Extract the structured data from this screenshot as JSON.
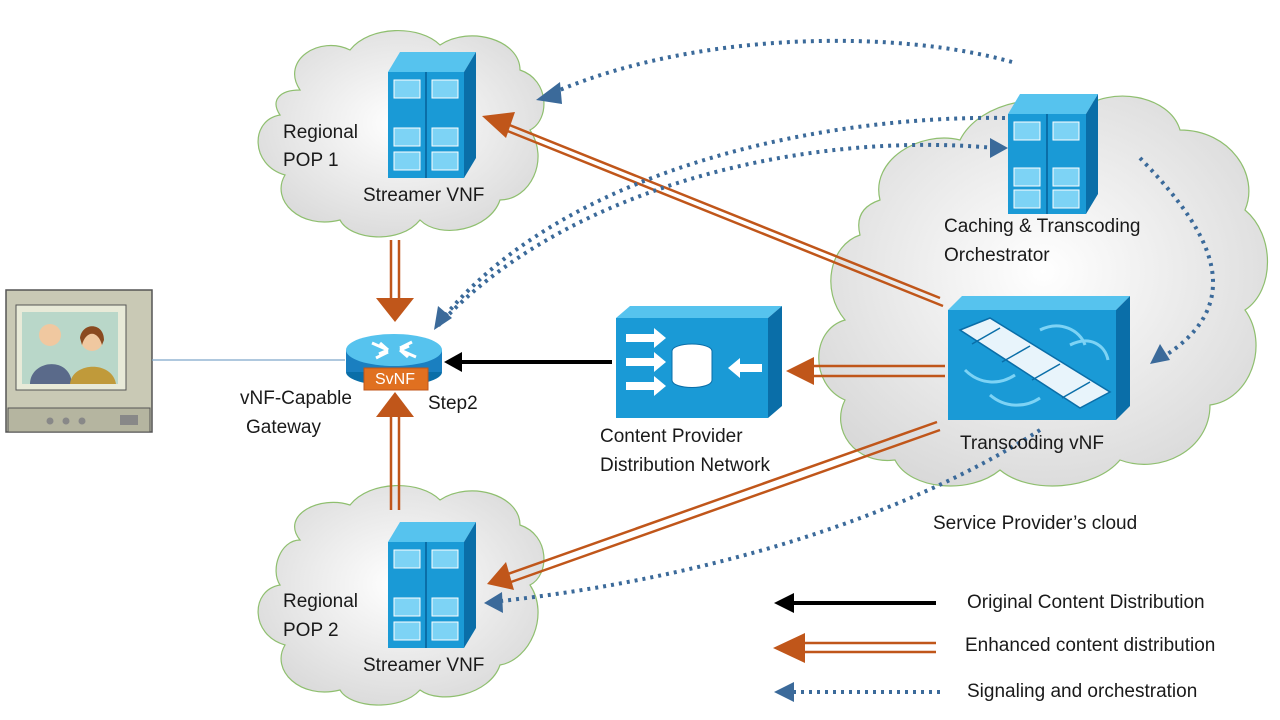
{
  "nodes": {
    "pop1": {
      "label_line1": "Regional",
      "label_line2": "POP 1",
      "server_label": "Streamer VNF"
    },
    "pop2": {
      "label_line1": "Regional",
      "label_line2": "POP 2",
      "server_label": "Streamer VNF"
    },
    "gateway": {
      "label_line1": "vNF-Capable",
      "label_line2": "Gateway",
      "badge": "SvNF",
      "step": "Step2"
    },
    "cdn": {
      "label_line1": "Content Provider",
      "label_line2": "Distribution Network"
    },
    "orchestrator": {
      "label_line1": "Caching & Transcoding",
      "label_line2": "Orchestrator"
    },
    "transcoder": {
      "label": "Transcoding vNF"
    },
    "cloud": {
      "label": "Service Provider’s cloud"
    }
  },
  "legend": [
    {
      "label": "Original Content Distribution",
      "style": "solid-black"
    },
    {
      "label": "Enhanced content distribution",
      "style": "double-orange"
    },
    {
      "label": "Signaling and orchestration",
      "style": "dotted-blue"
    }
  ],
  "colors": {
    "server": "#1a9ad6",
    "server_dark": "#0a6ea8",
    "enhanced": "#c0561a",
    "signaling": "#3b6a9a",
    "original": "#000000",
    "cloud_stroke": "#8fbf6f"
  }
}
